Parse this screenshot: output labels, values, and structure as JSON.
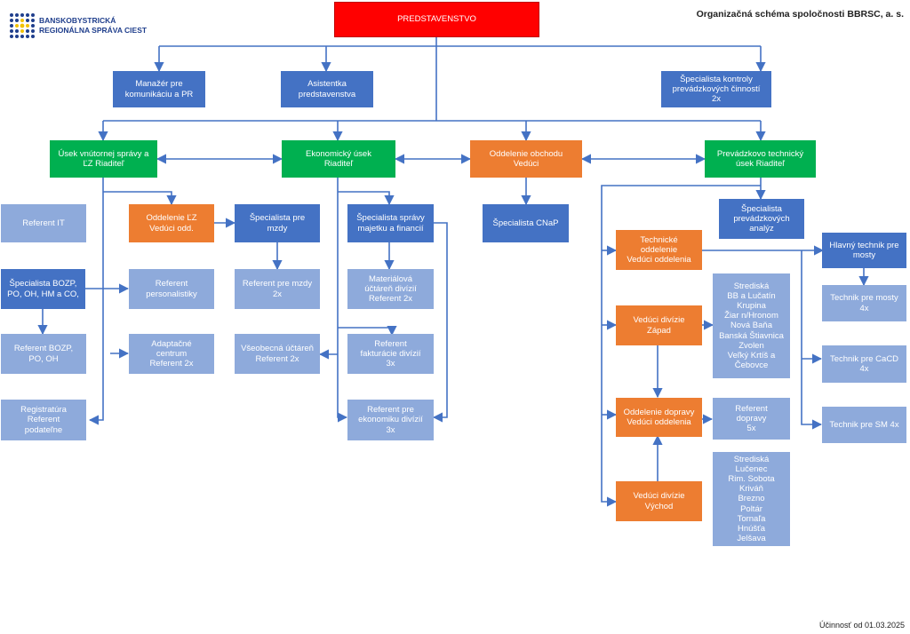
{
  "logo": {
    "line1": "BANSKOBYSTRICKÁ",
    "line2": "REGIONÁLNA SPRÁVA CIEST"
  },
  "title": "Organizačná schéma spoločnosti BBRSC, a. s.",
  "footer": "Účinnosť od 01.03.2025",
  "colors": {
    "board": "#ff0000",
    "unit": "#4472c4",
    "staff": "#8eaadb",
    "division": "#00b050",
    "department": "#ed7d31",
    "connector": "#4472c4"
  },
  "nodes": {
    "predstavenstvo": "PREDSTAVENSTVO",
    "manazer": "Manažér pre\nkomunikáciu a PR",
    "asistentka": "Asistentka\npredstavenstva",
    "kontrola": "Špecialista kontroly\nprevádzkových činností\n2x",
    "usek_vnutorny": "Úsek vnútornej správy a\nĽZ  Riaditeľ",
    "ekonomicky": "Ekonomický úsek\nRiaditeľ",
    "obchod": "Oddelenie obchodu\nVedúci",
    "prevadzkovo": "Prevádzkovo technický\núsek Riaditeľ",
    "referent_it": "Referent IT",
    "oddelenie_lz": "Oddelenie ĽZ\nVedúci odd.",
    "spec_mzdy": "Špecialista pre\nmzdy",
    "spec_majetok": "Špecialista správy\nmajetku a financií",
    "spec_cnap": "Špecialista CNaP",
    "spec_analyz": "Špecialista\nprevádzkových\nanalýz",
    "spec_bozp": "Špecialista BOZP,\nPO, OH, HM a CO,",
    "ref_personal": "Referent\npersonalistiky",
    "ref_mzdy": "Referent pre mzdy\n2x",
    "mat_uctaren": "Materiálová\núčtáreň divízií\nReferent 2x",
    "ref_bozp": "Referent BOZP,\nPO, OH",
    "adapt": "Adaptačné\ncentrum\nReferent  2x",
    "vseob_uctaren": "Všeobecná účtáreň\nReferent  2x",
    "ref_faktur": "Referent\nfakturácie divízií\n3x",
    "registratura": "Registratúra\nReferent\npodateľne",
    "ref_ekonomika": "Referent pre\nekonomiku divízií\n3x",
    "technicke_odd": "Technické\noddelenie\nVedúci oddelenia",
    "hlavny_technik": "Hlavný technik pre\nmosty",
    "technik_mosty": "Technik pre mosty\n4x",
    "div_zapad": "Vedúci divízie\nZápad",
    "strediska_zapad": "Strediská\nBB a Lučatín\nKrupina\nŽiar n/Hronom\nNová Baňa\nBanská Štiavnica\nZvolen\nVeľký Krtíš a\nČebovce",
    "technik_cacd": "Technik pre CaCD\n4x",
    "odd_dopravy": "Oddelenie dopravy\nVedúci oddelenia",
    "ref_dopravy": "Referent\ndopravy\n5x",
    "technik_sm": "Technik pre SM 4x",
    "div_vychod": "Vedúci divízie\nVýchod",
    "strediska_vychod": "Strediská\nLučenec\nRim. Sobota\nKriváň\nBrezno\nPoltár\nTornaľa\nHnúšťa\nJelšava"
  }
}
